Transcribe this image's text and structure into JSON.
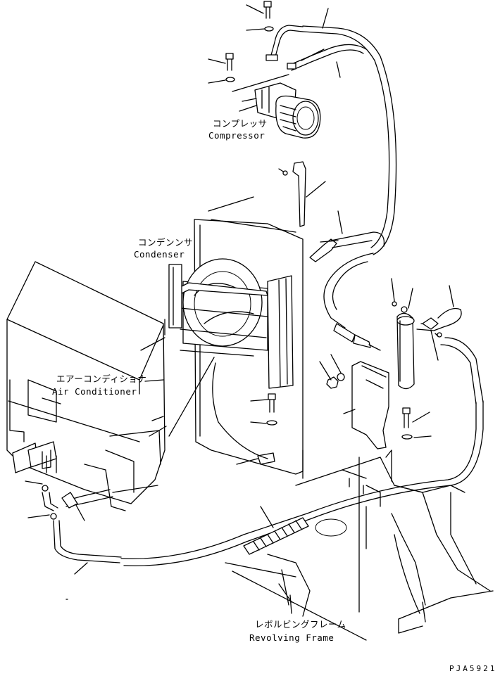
{
  "labels": {
    "compressor_jp": "コンプレッサ",
    "compressor_en": "Compressor",
    "condenser_jp": "コンデンンサ",
    "condenser_en": "Condenser",
    "air_conditioner_jp": "エアーコンディショナ",
    "air_conditioner_en": "Air Conditioner",
    "revolving_frame_jp": "レボルビングフレーム",
    "revolving_frame_en": "Revolving Frame"
  },
  "figure_code": "PJA5921"
}
